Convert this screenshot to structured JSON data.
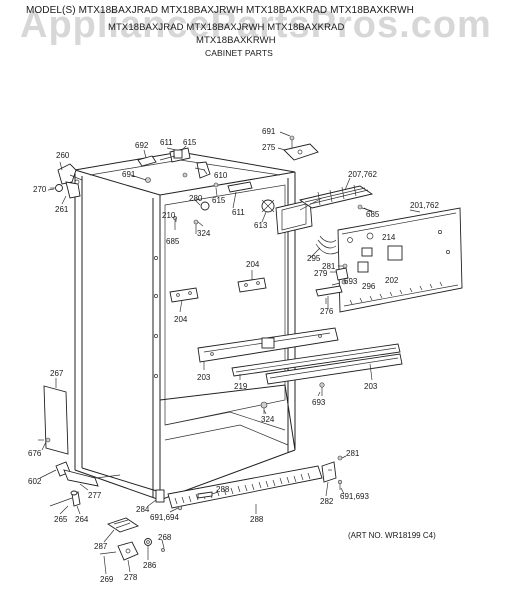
{
  "header": {
    "models_line1": "MODEL(S) MTX18BAXJRAD  MTX18BAXJRWH  MTX18BAXKRAD  MTX18BAXKRWH",
    "models_line2": "MTX18BAXJRAD  MTX18BAXJRWH  MTX18BAXKRAD",
    "models_line3": "MTX18BAXKRWH",
    "section_title": "CABINET PARTS"
  },
  "watermark": "AppliancePartsPros.com",
  "art_number": "(ART NO. WR18199 C4)",
  "callouts": [
    {
      "id": "c260",
      "text": "260"
    },
    {
      "id": "c270",
      "text": "270"
    },
    {
      "id": "c261",
      "text": "261"
    },
    {
      "id": "c692",
      "text": "692"
    },
    {
      "id": "c611a",
      "text": "611"
    },
    {
      "id": "c615a",
      "text": "615"
    },
    {
      "id": "c691a",
      "text": "691"
    },
    {
      "id": "c610",
      "text": "610"
    },
    {
      "id": "c280",
      "text": "280"
    },
    {
      "id": "c615b",
      "text": "615"
    },
    {
      "id": "c611b",
      "text": "611"
    },
    {
      "id": "c210",
      "text": "210"
    },
    {
      "id": "c685a",
      "text": "685"
    },
    {
      "id": "c324a",
      "text": "324"
    },
    {
      "id": "c613",
      "text": "613"
    },
    {
      "id": "c691b",
      "text": "691"
    },
    {
      "id": "c275",
      "text": "275"
    },
    {
      "id": "c207",
      "text": "207,762"
    },
    {
      "id": "c685b",
      "text": "685"
    },
    {
      "id": "c201",
      "text": "201,762"
    },
    {
      "id": "c214",
      "text": "214"
    },
    {
      "id": "c295",
      "text": "295"
    },
    {
      "id": "c281a",
      "text": "281"
    },
    {
      "id": "c279",
      "text": "279"
    },
    {
      "id": "c693a",
      "text": "693"
    },
    {
      "id": "c296",
      "text": "296"
    },
    {
      "id": "c202",
      "text": "202"
    },
    {
      "id": "c276",
      "text": "276"
    },
    {
      "id": "c204a",
      "text": "204"
    },
    {
      "id": "c204b",
      "text": "204"
    },
    {
      "id": "c203a",
      "text": "203"
    },
    {
      "id": "c219",
      "text": "219"
    },
    {
      "id": "c203b",
      "text": "203"
    },
    {
      "id": "c693b",
      "text": "693"
    },
    {
      "id": "c324b",
      "text": "324"
    },
    {
      "id": "c267",
      "text": "267"
    },
    {
      "id": "c676",
      "text": "676"
    },
    {
      "id": "c602",
      "text": "602"
    },
    {
      "id": "c277",
      "text": "277"
    },
    {
      "id": "c265",
      "text": "265"
    },
    {
      "id": "c264",
      "text": "264"
    },
    {
      "id": "c284",
      "text": "284"
    },
    {
      "id": "c288a",
      "text": "288"
    },
    {
      "id": "c691694",
      "text": "691,694"
    },
    {
      "id": "c288b",
      "text": "288"
    },
    {
      "id": "c281b",
      "text": "281"
    },
    {
      "id": "c282",
      "text": "282"
    },
    {
      "id": "c691693",
      "text": "691,693"
    },
    {
      "id": "c287",
      "text": "287"
    },
    {
      "id": "c268",
      "text": "268"
    },
    {
      "id": "c286",
      "text": "286"
    },
    {
      "id": "c278",
      "text": "278"
    },
    {
      "id": "c269",
      "text": "269"
    }
  ]
}
